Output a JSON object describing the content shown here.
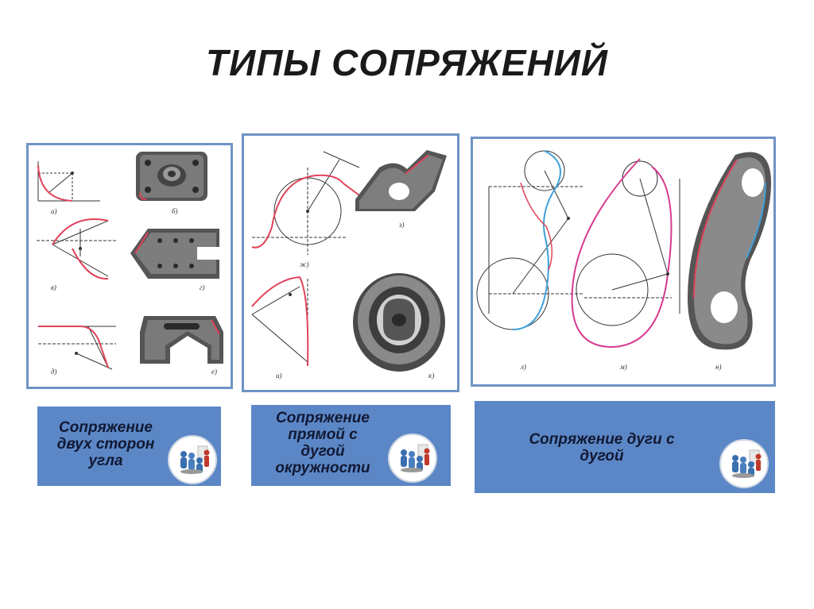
{
  "slide": {
    "title": "ТИПЫ СОПРЯЖЕНИЙ"
  },
  "panels": [
    {
      "caption": "Сопряжение двух сторон угла",
      "caption_lines": [
        "Сопряжение",
        "двух сторон",
        "угла"
      ],
      "figure_labels": [
        "а)",
        "б)",
        "в)",
        "г)",
        "д)",
        "е)"
      ]
    },
    {
      "caption": "Сопряжение прямой с дугой окружности",
      "caption_lines": [
        "Сопряжение",
        "прямой с",
        "дугой",
        "окружности"
      ],
      "figure_labels": [
        "ж)",
        "з)",
        "и)",
        "к)"
      ]
    },
    {
      "caption": "Сопряжение дуги с дугой",
      "caption_lines": [
        "Сопряжение дуги с",
        "дугой"
      ],
      "figure_labels": [
        "л)",
        "м)",
        "н)"
      ]
    }
  ],
  "icons": [
    "team-meeting-icon"
  ],
  "colors": {
    "panel_border": "#6f93c4",
    "caption_fill": "#5b87c6",
    "fillet_line": "#e0435a",
    "arc_line": "#3fa0d8"
  }
}
